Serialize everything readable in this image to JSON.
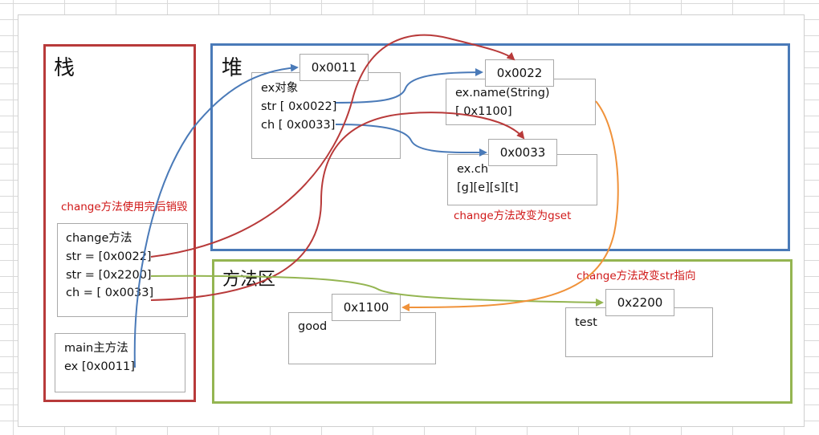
{
  "colors": {
    "stack_border": "#b83a3a",
    "heap_border": "#4a7ab8",
    "method_area_border": "#94b551",
    "annotation_red": "#d01818",
    "arrow_blue": "#4a7ab8",
    "arrow_red": "#b83a3a",
    "arrow_green": "#94b551",
    "arrow_orange": "#f0923a"
  },
  "regions": {
    "stack": "栈",
    "heap": "堆",
    "method_area": "方法区"
  },
  "stack": {
    "destroy_note": "change方法使用完后销毁",
    "change_frame": {
      "title": "change方法",
      "lines": [
        "str = [0x0022]",
        "str = [0x2200]",
        "ch = [ 0x0033]"
      ]
    },
    "main_frame": {
      "title": "main主方法",
      "lines": [
        "ex [0x0011]"
      ]
    }
  },
  "heap": {
    "ex_object": {
      "address": "0x0011",
      "lines": [
        "ex对象",
        "str [ 0x0022]",
        "ch [ 0x0033]"
      ]
    },
    "string_object": {
      "address": "0x0022",
      "lines": [
        "ex.name(String)",
        "[ 0x1100]"
      ]
    },
    "char_array": {
      "address": "0x0033",
      "lines": [
        "ex.ch",
        "[g][e][s][t]"
      ]
    },
    "change_note": "change方法改变为gset"
  },
  "method_area": {
    "good_const": {
      "address": "0x1100",
      "value": "good"
    },
    "test_const": {
      "address": "0x2200",
      "value": "test"
    },
    "change_note": "change方法改变str指向"
  }
}
